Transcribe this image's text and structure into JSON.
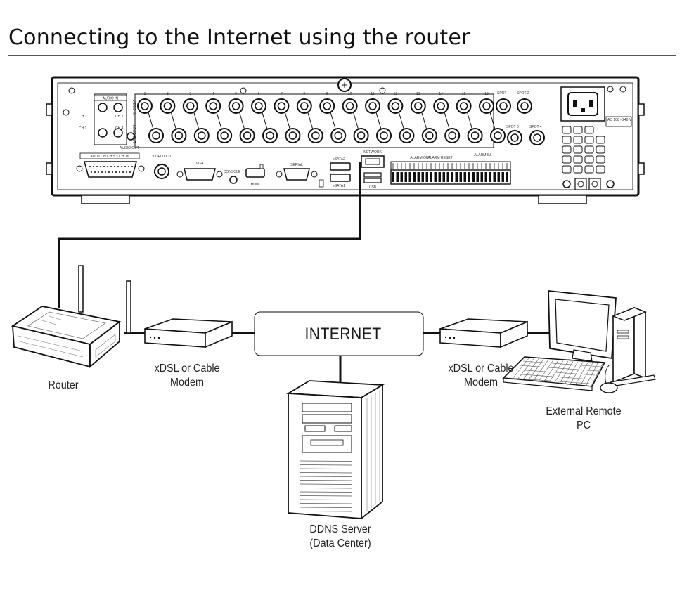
{
  "title": "Connecting to the Internet using the router",
  "nodes": {
    "router": "Router",
    "modem_left_line1": "xDSL or Cable",
    "modem_left_line2": "Modem",
    "internet": "INTERNET",
    "modem_right_line1": "xDSL or Cable",
    "modem_right_line2": "Modem",
    "remote_pc_line1": "External Remote",
    "remote_pc_line2": "PC",
    "ddns_line1": "DDNS Server",
    "ddns_line2": "(Data Center)"
  },
  "dvr_panel": {
    "channels": [
      "1",
      "2",
      "3",
      "4",
      "5",
      "6",
      "7",
      "8",
      "9",
      "10",
      "11",
      "12",
      "13",
      "14",
      "15",
      "16"
    ],
    "audio_in": "AUDIO IN",
    "audio_out": "AUDIO OUT",
    "ch1": "CH 1",
    "ch2": "CH 2",
    "ch3": "CH 3",
    "ch4": "CH 4",
    "video_in": "VIDEO IN",
    "loop_out": "LOOP OUT",
    "spot1": "SPOT",
    "spot2": "SPOT 2",
    "spot3": "SPOT 3",
    "spot4": "SPOT 4",
    "ac": "AC 100 - 240 V",
    "audio_in_range": "AUDIO IN CH 5 ~ CH 16",
    "video_out": "VIDEO OUT",
    "vga": "VGA",
    "console": "CONSOLE",
    "hdmi": "HDMI",
    "serial": "SERIAL",
    "esata2": "eSATA2",
    "esata1": "eSATA1",
    "network": "NETWORK",
    "usb": "USB",
    "alarm_out": "ALARM OUT",
    "alarm_reset": "ALARM RESET",
    "alarm_in": "ALARM IN"
  }
}
